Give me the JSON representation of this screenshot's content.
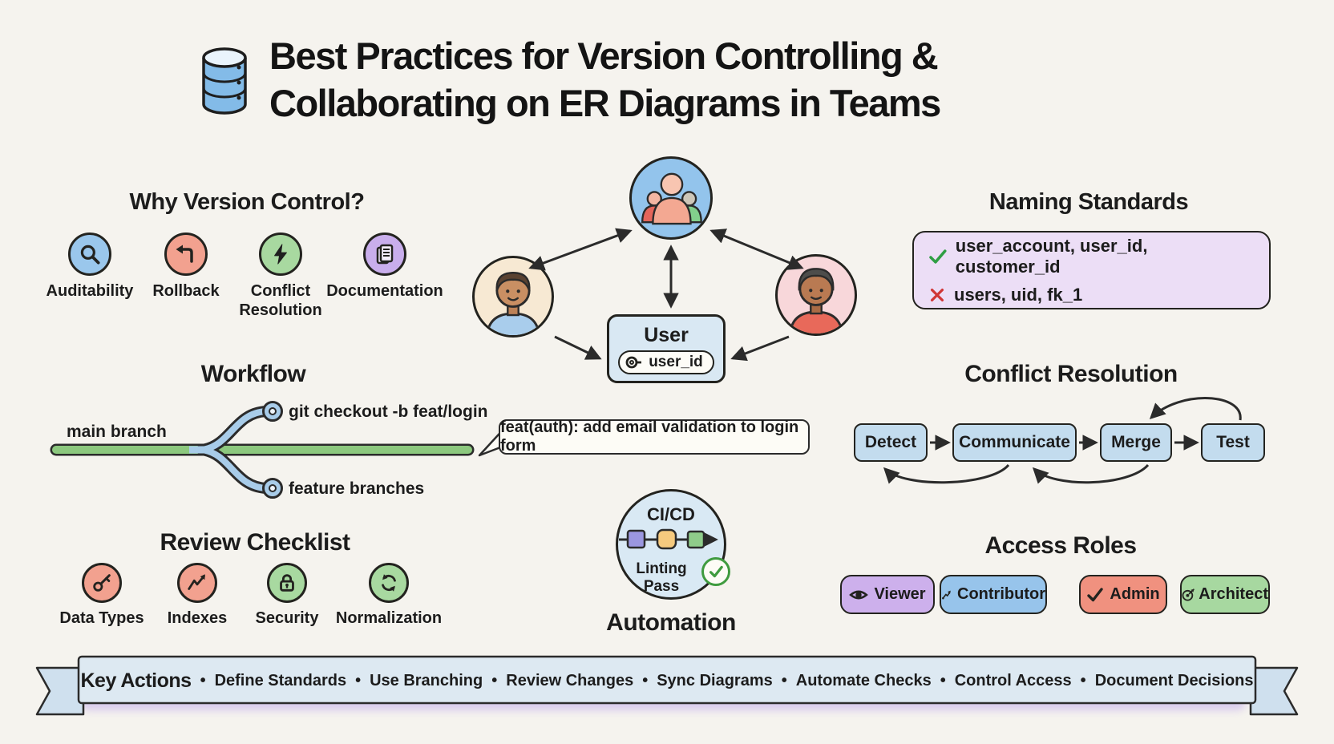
{
  "header": {
    "title_line1": "Best Practices for Version Controlling &",
    "title_line2": "Collaborating on ER Diagrams in Teams"
  },
  "why_version_control": {
    "heading": "Why Version Control?",
    "items": [
      {
        "label": "Auditability",
        "icon": "magnifier-icon",
        "color": "#9ac7ec"
      },
      {
        "label": "Rollback",
        "icon": "undo-arrow-icon",
        "color": "#f2a18f"
      },
      {
        "label": "Conflict Resolution",
        "icon": "lightning-icon",
        "color": "#a8d9a0"
      },
      {
        "label": "Documentation",
        "icon": "document-icon",
        "color": "#c9aeec"
      }
    ]
  },
  "collaboration": {
    "entity_title": "User",
    "entity_key": "user_id"
  },
  "naming_standards": {
    "heading": "Naming Standards",
    "good_example": "user_account, user_id, customer_id",
    "bad_example": "users, uid, fk_1"
  },
  "workflow": {
    "heading": "Workflow",
    "main_branch_label": "main branch",
    "branch_command": "git checkout -b feat/login",
    "feature_branches_label": "feature branches",
    "commit_message": "feat(auth): add email validation to login form"
  },
  "conflict_resolution": {
    "heading": "Conflict Resolution",
    "steps": [
      "Detect",
      "Communicate",
      "Merge",
      "Test"
    ]
  },
  "review_checklist": {
    "heading": "Review Checklist",
    "items": [
      {
        "label": "Data Types",
        "icon": "key-icon",
        "color": "#f2a18f"
      },
      {
        "label": "Indexes",
        "icon": "trend-chart-icon",
        "color": "#f2a18f"
      },
      {
        "label": "Security",
        "icon": "lock-icon",
        "color": "#a8d9a0"
      },
      {
        "label": "Normalization",
        "icon": "recycle-icon",
        "color": "#a8d9a0"
      }
    ]
  },
  "automation": {
    "heading": "Automation",
    "pipeline_label": "CI/CD",
    "status_label": "Linting Pass"
  },
  "access_roles": {
    "heading": "Access Roles",
    "roles": [
      {
        "label": "Viewer",
        "icon": "eye-icon",
        "color": "#cdb0ec"
      },
      {
        "label": "Contributor",
        "icon": "branch-arrow-icon",
        "color": "#97c4eb"
      },
      {
        "label": "Admin",
        "icon": "check-icon",
        "color": "#f0917f"
      },
      {
        "label": "Architect",
        "icon": "target-icon",
        "color": "#a7d8a0"
      }
    ]
  },
  "key_actions": {
    "heading": "Key Actions",
    "separator": "•",
    "items": [
      "Define Standards",
      "Use Branching",
      "Review Changes",
      "Sync Diagrams",
      "Automate Checks",
      "Control Access",
      "Document Decisions"
    ]
  },
  "colors": {
    "background": "#f5f3ee",
    "ink": "#23231f",
    "panel_blue": "#d9e8f3",
    "naming_purple": "#ecdef6",
    "main_branch_green": "#8cc87e",
    "branch_blue": "#a8cce9",
    "banner_band": "#dde9f2",
    "banner_shadow": "#c9b5ec",
    "good_green": "#2f9e44",
    "bad_red": "#d03535"
  }
}
